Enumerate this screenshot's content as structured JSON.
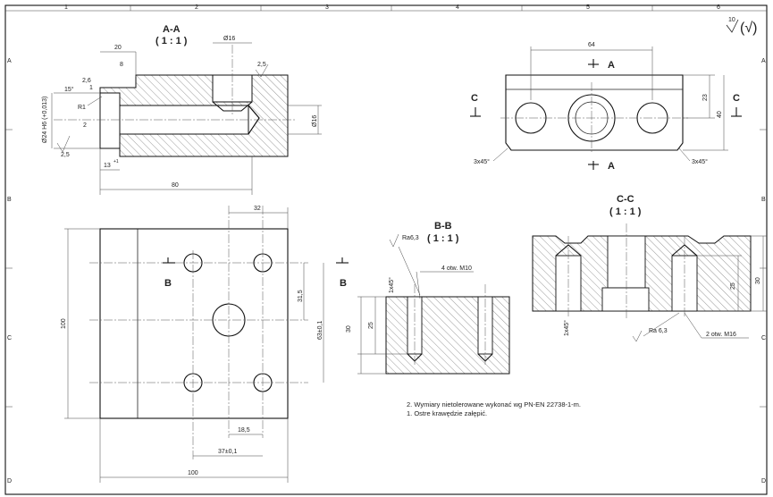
{
  "frame": {
    "top_columns": [
      "1",
      "2",
      "3",
      "4",
      "5",
      "6"
    ],
    "side_rows": [
      "A",
      "B",
      "C",
      "D"
    ]
  },
  "general_roughness": {
    "ra": "10",
    "paren_symbol": "(√)"
  },
  "section_aa": {
    "title": "A-A",
    "scale": "( 1 : 1 )",
    "dims": {
      "d20": "20",
      "d8": "8",
      "phi16_top": "Ø16",
      "rough25_top": "2,5",
      "angle15": "15°",
      "d2_6": "2,6",
      "chamfer1": "1",
      "r1": "R1",
      "d2": "2",
      "phi24": "Ø24 H6 (+0,013)",
      "phi16_right": "Ø16",
      "rough25_bottom": "2,5",
      "d13": "13",
      "d13_tol": "+1",
      "d80": "80"
    }
  },
  "front_view": {
    "section_a": "A",
    "section_c": "C",
    "d64": "64",
    "d23": "23",
    "d40": "40",
    "chamfer_left": "3x45°",
    "chamfer_right": "3x45°"
  },
  "top_view": {
    "section_b": "B",
    "d32": "32",
    "d100_left": "100",
    "d31_5": "31,5",
    "d63": "63±0,1",
    "d18_5": "18,5",
    "d37": "37±0,1",
    "d100_bottom": "100"
  },
  "section_bb": {
    "title": "B-B",
    "scale": "( 1 : 1 )",
    "roughness": "Ra6,3",
    "chamfer": "1x45°",
    "holes": "4 otw. M10",
    "d25": "25",
    "d30": "30"
  },
  "section_cc": {
    "title": "C-C",
    "scale": "( 1 : 1 )",
    "chamfer": "1x45°",
    "roughness": "Ra 6,3",
    "holes": "2 otw. M16",
    "d25": "25",
    "d30": "30"
  },
  "notes": [
    "2. Wymiary nietolerowane wykonać wg PN-EN 22738-1-m.",
    "1. Ostre krawędzie załępić."
  ]
}
